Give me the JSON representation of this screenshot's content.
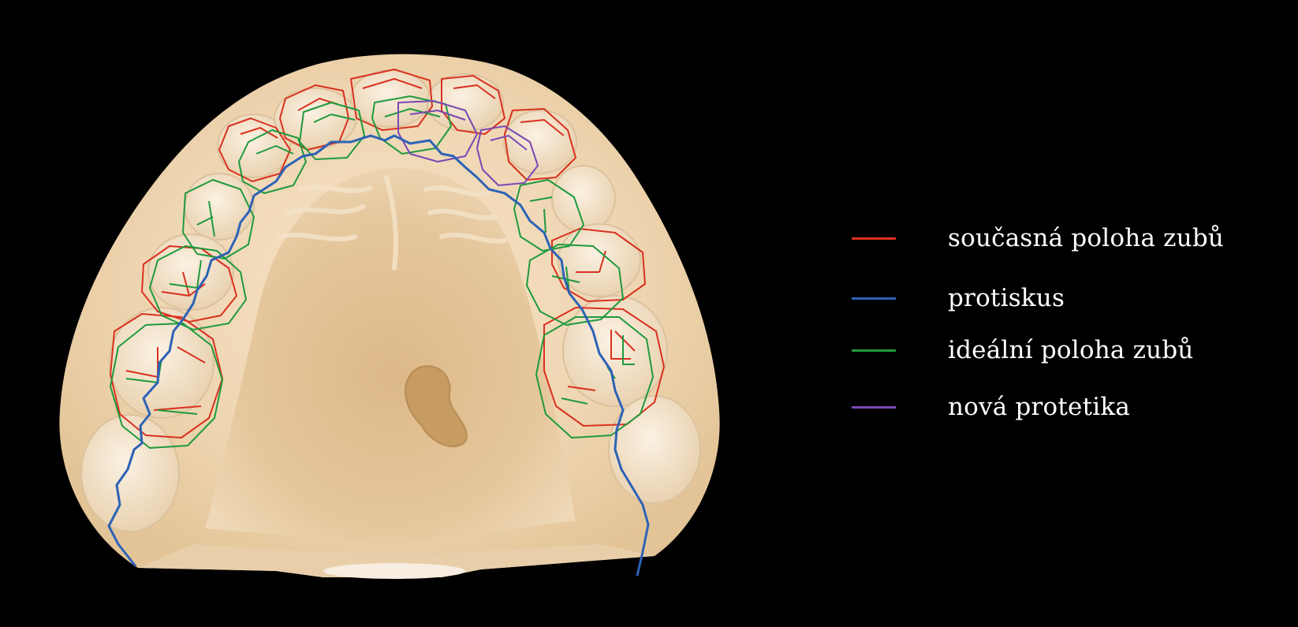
{
  "colors": {
    "background": "#000000",
    "cast_light": "#f3dcbc",
    "cast_mid": "#e7c79c",
    "cast_dark": "#c9a272",
    "current_position": "#d9311f",
    "bite": "#2d62b6",
    "ideal_position": "#1f9a3d",
    "new_prosthetics": "#7a48b4"
  },
  "legend": [
    {
      "key": "current_position",
      "label": "současná poloha zubů",
      "color": "#d9311f"
    },
    {
      "key": "bite",
      "label": "protiskus",
      "color": "#2d62b6"
    },
    {
      "key": "ideal_position",
      "label": "ideální poloha zubů",
      "color": "#1f9a3d"
    },
    {
      "key": "new_prosthetics",
      "label": "nová protetika",
      "color": "#7a48b4"
    }
  ]
}
